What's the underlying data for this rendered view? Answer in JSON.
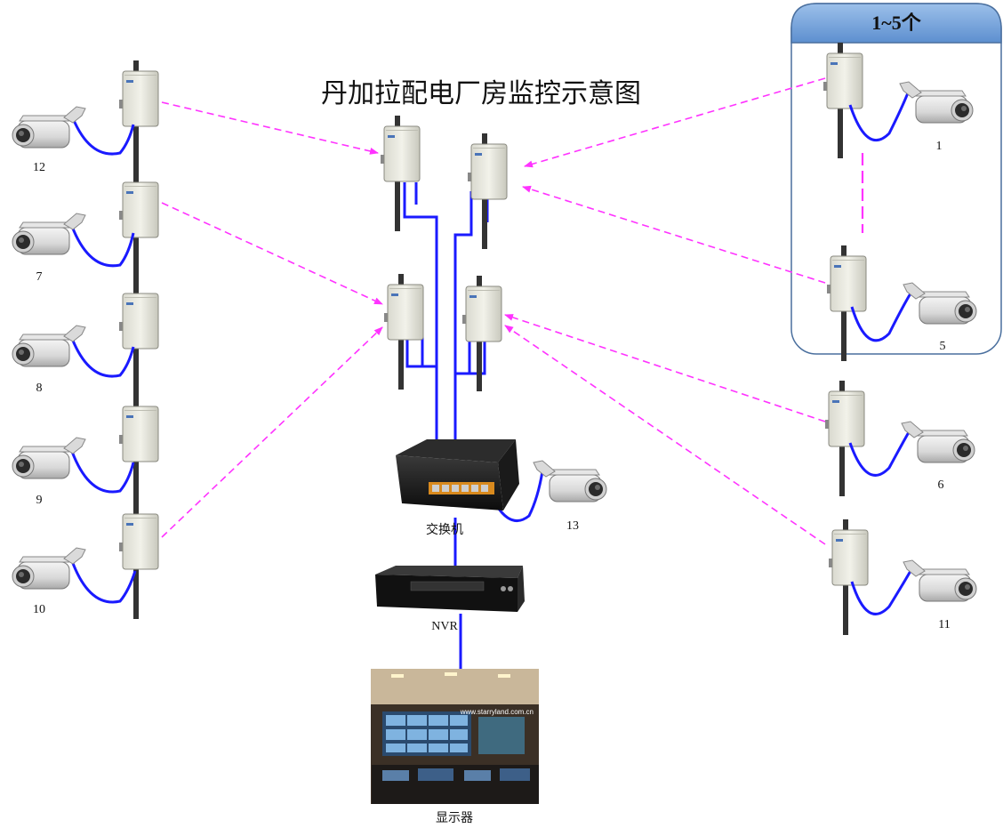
{
  "title": "丹加拉配电厂房监控示意图",
  "group_label": "1~5个",
  "colors": {
    "link": "#ff33ff",
    "cable": "#1a1aff",
    "group_header": "#6f9fd8"
  },
  "cameras": [
    {
      "id": "cam-12",
      "label": "12"
    },
    {
      "id": "cam-7",
      "label": "7"
    },
    {
      "id": "cam-8",
      "label": "8"
    },
    {
      "id": "cam-9",
      "label": "9"
    },
    {
      "id": "cam-10",
      "label": "10"
    },
    {
      "id": "cam-1",
      "label": "1"
    },
    {
      "id": "cam-5",
      "label": "5"
    },
    {
      "id": "cam-6",
      "label": "6"
    },
    {
      "id": "cam-11",
      "label": "11"
    },
    {
      "id": "cam-13",
      "label": "13"
    }
  ],
  "switch_label": "交换机",
  "nvr_label": "NVR",
  "monitor_label": "显示器",
  "monitor_watermark": "www.starryland.com.cn"
}
